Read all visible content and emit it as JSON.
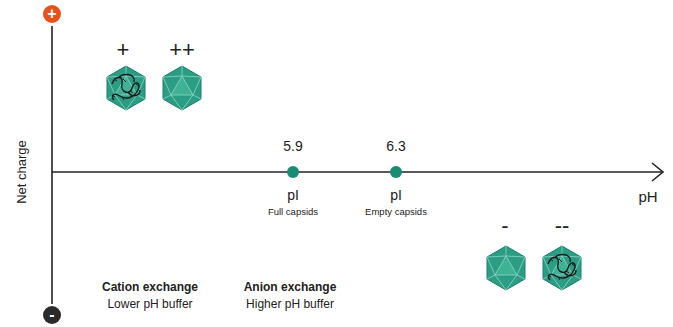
{
  "diagram": {
    "nodes": [
      {
        "text": [
          "+"
        ]
      },
      {
        "text": [
          "-"
        ]
      }
    ],
    "labels": [
      "Net charge",
      "+",
      "++",
      "5.9",
      "pI",
      "Full capsids",
      "6.3",
      "pI",
      "Empty capsids",
      "pH",
      "-",
      "--",
      "Cation exchange",
      "Lower pH buffer",
      "Anion exchange",
      "Higher pH buffer"
    ]
  }
}
